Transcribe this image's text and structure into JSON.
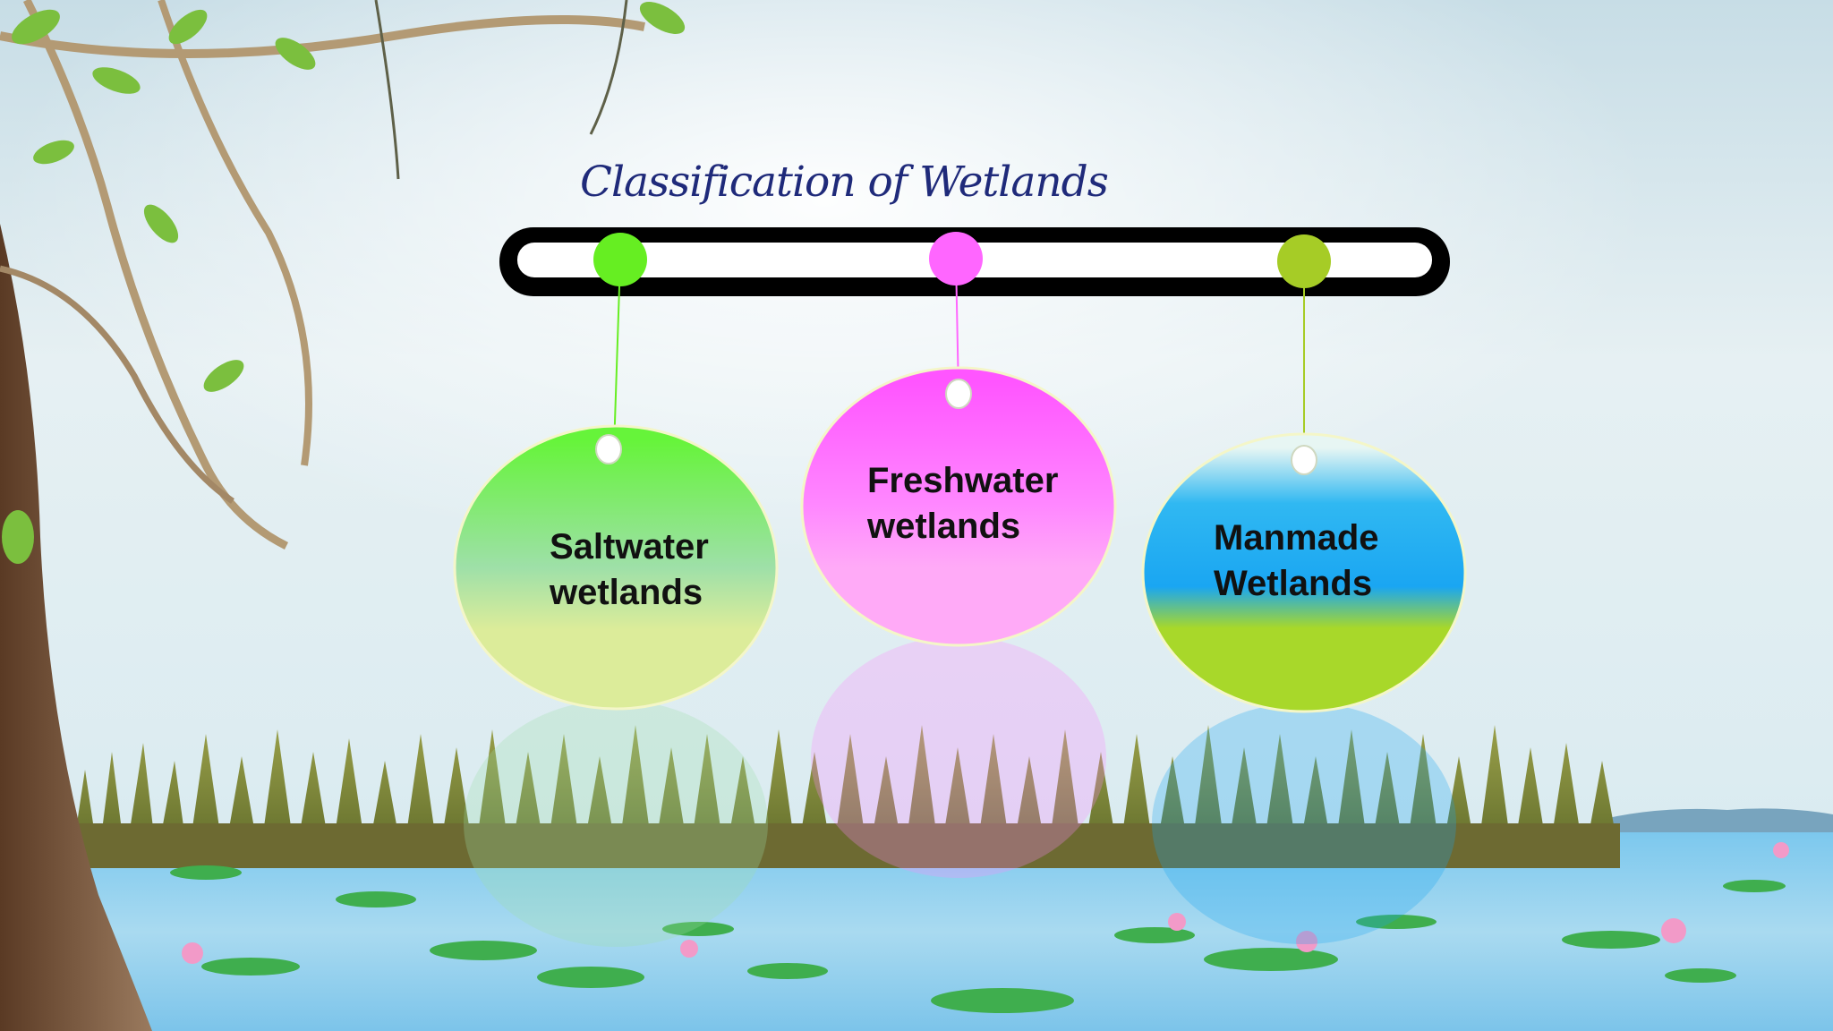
{
  "slide": {
    "title": "Classification of Wetlands"
  },
  "categories": [
    {
      "line1": "Saltwater",
      "line2": "wetlands",
      "dot_color": "#66ee22",
      "top_color": "#66f43a",
      "mid_color": "#9ee0a8",
      "bottom_color": "#dcec9a"
    },
    {
      "line1": "Freshwater",
      "line2": "wetlands",
      "dot_color": "#ff66ff",
      "top_color": "#ff55ff",
      "mid_color": "#ff88ff",
      "bottom_color": "#ffaaf7"
    },
    {
      "line1": "Manmade",
      "line2": "Wetlands",
      "dot_color": "#a6cc26",
      "top_color": "#e7f6f3",
      "mid_color": "#1aa6f2",
      "bottom_color": "#a8d82a"
    }
  ],
  "colors": {
    "title": "#1f2a7a",
    "timeline_frame": "#000000",
    "timeline_fill": "#ffffff",
    "sky": "#dcebf0",
    "water": "#6ec0e8"
  }
}
